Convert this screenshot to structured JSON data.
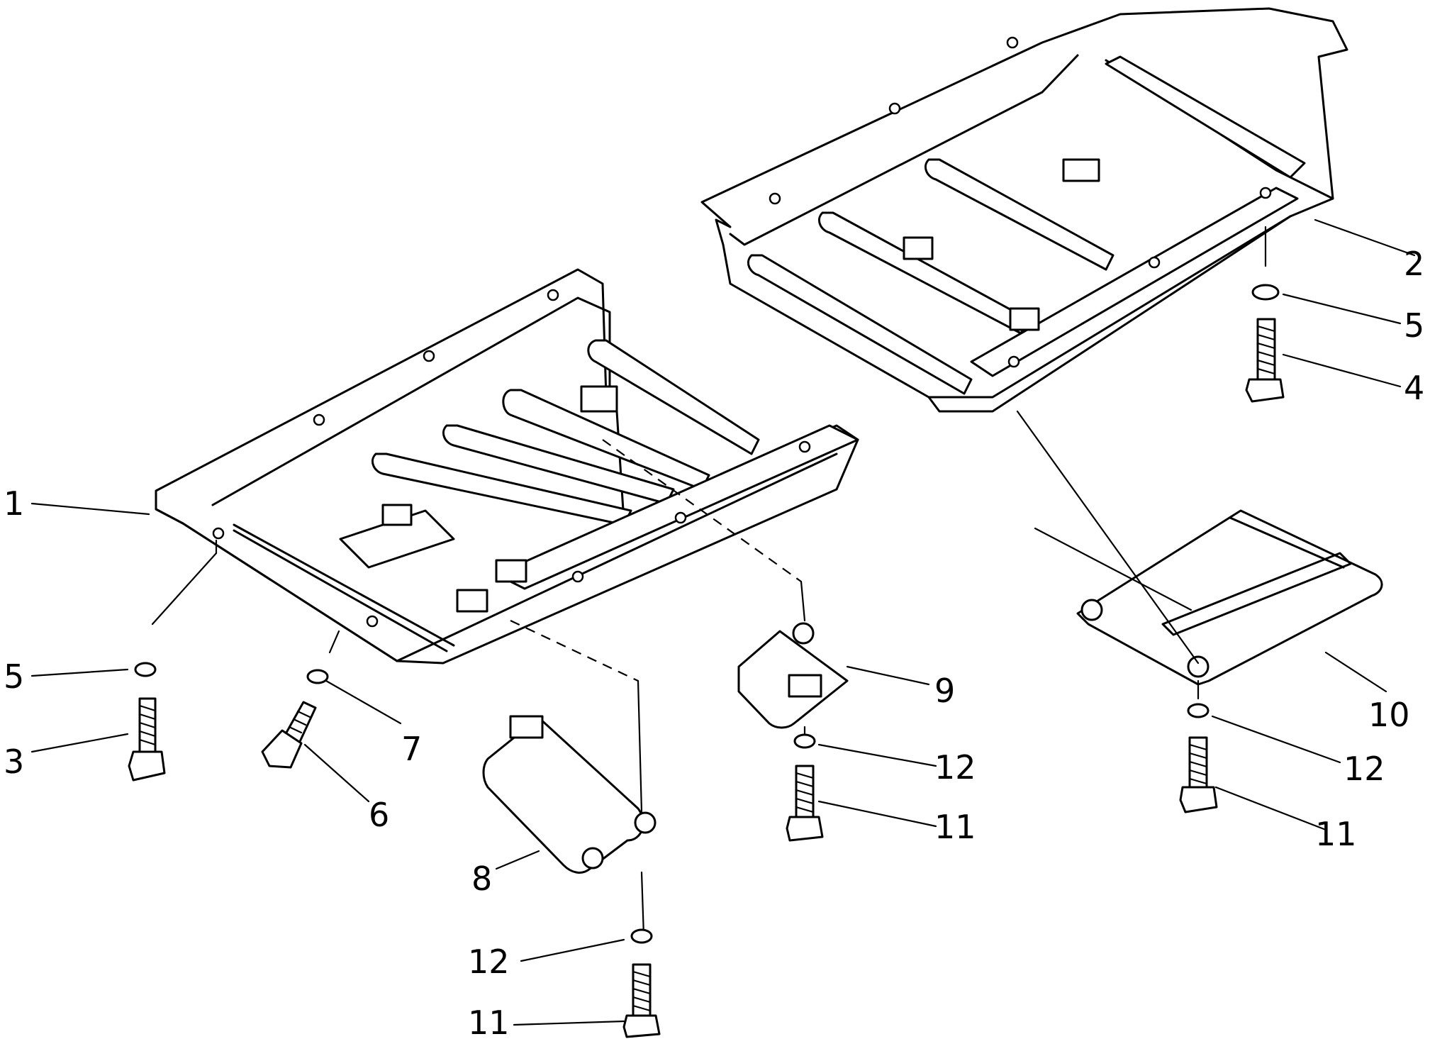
{
  "diagram": {
    "parts": [
      {
        "id": "p1",
        "label": "1"
      },
      {
        "id": "p2",
        "label": "2"
      },
      {
        "id": "p3",
        "label": "3"
      },
      {
        "id": "p4",
        "label": "4"
      },
      {
        "id": "p5a",
        "label": "5"
      },
      {
        "id": "p5b",
        "label": "5"
      },
      {
        "id": "p6",
        "label": "6"
      },
      {
        "id": "p7",
        "label": "7"
      },
      {
        "id": "p8",
        "label": "8"
      },
      {
        "id": "p9",
        "label": "9"
      },
      {
        "id": "p10",
        "label": "10"
      },
      {
        "id": "p11a",
        "label": "11"
      },
      {
        "id": "p11b",
        "label": "11"
      },
      {
        "id": "p11c",
        "label": "11"
      },
      {
        "id": "p12a",
        "label": "12"
      },
      {
        "id": "p12b",
        "label": "12"
      },
      {
        "id": "p12c",
        "label": "12"
      }
    ]
  }
}
